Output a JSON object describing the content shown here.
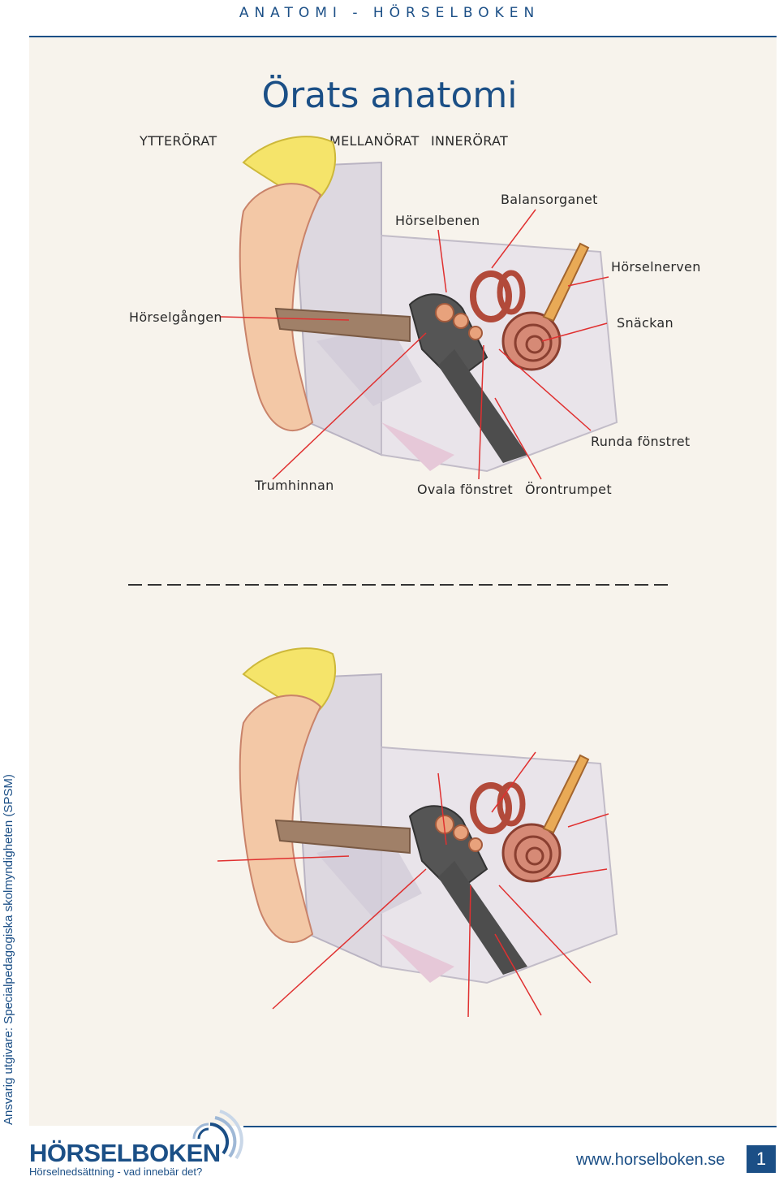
{
  "header": {
    "text": "ANATOMI - HÖRSELBOKEN"
  },
  "title": "Örats anatomi",
  "sections": {
    "outer": "YTTERÖRAT",
    "middle": "MELLANÖRAT",
    "inner": "INNERÖRAT"
  },
  "labels": {
    "horselbenen": "Hörselbenen",
    "balansorganet": "Balansorganet",
    "horselnerven": "Hörselnerven",
    "horselgangen": "Hörselgången",
    "snackan": "Snäckan",
    "runda_fonstret": "Runda fönstret",
    "trumhinnan": "Trumhinnan",
    "ovala_fonstret": "Ovala fönstret",
    "orontrumpet": "Örontrumpet"
  },
  "sidebar": {
    "publisher": "Ansvarig utgivare: Specialpedagogiska skolmyndigheten (SPSM)"
  },
  "footer": {
    "brand": "HÖRSELBOKEN",
    "tagline": "Hörselnedsättning - vad innebär det?",
    "website": "www.horselboken.se",
    "page_number": "1"
  },
  "colors": {
    "brand_blue": "#1b4f86",
    "arrow_red": "#e03030"
  }
}
